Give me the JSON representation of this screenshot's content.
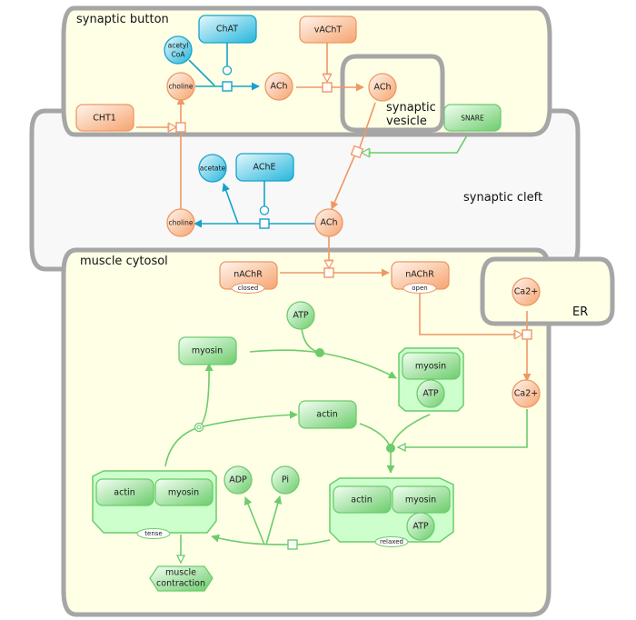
{
  "title": "Acetylcholine neuromuscular signalling pathway (SBGN)",
  "colors": {
    "metabolite_orange": "#ee9865",
    "enzyme_blue": "#17a2c9",
    "protein_green": "#6ccc6c",
    "compartment_border": "#a6a6a6",
    "compartment_fill": "#ffffe6",
    "cleft_fill": "#f8f8f8"
  },
  "compartments": {
    "synaptic_button": "synaptic button",
    "synaptic_vesicle_line1": "synaptic",
    "synaptic_vesicle_line2": "vesicle",
    "synaptic_cleft": "synaptic cleft",
    "muscle_cytosol": "muscle cytosol",
    "er": "ER"
  },
  "nodes": {
    "chat": "ChAT",
    "acetyl_coa_line1": "acetyl",
    "acetyl_coa_line2": "CoA",
    "vacht": "vAChT",
    "choline_button": "choline",
    "ach_button": "ACh",
    "ach_vesicle": "ACh",
    "cht1": "CHT1",
    "snare": "SNARE",
    "acetate": "acetate",
    "ache": "AChE",
    "choline_cleft": "choline",
    "ach_cleft": "ACh",
    "nachr_closed": "nAChR",
    "nachr_closed_state": "closed",
    "nachr_open": "nAChR",
    "nachr_open_state": "open",
    "ca_er": "Ca2+",
    "ca_cytosol": "Ca2+",
    "atp_free": "ATP",
    "myosin_free": "myosin",
    "actin_free": "actin",
    "myosin_atp_complex_myosin": "myosin",
    "myosin_atp_complex_atp": "ATP",
    "tense_actin": "actin",
    "tense_myosin": "myosin",
    "tense_state": "tense",
    "relaxed_actin": "actin",
    "relaxed_myosin": "myosin",
    "relaxed_atp": "ATP",
    "relaxed_state": "relaxed",
    "adp": "ADP",
    "pi": "Pi",
    "phenotype_line1": "muscle",
    "phenotype_line2": "contraction"
  }
}
